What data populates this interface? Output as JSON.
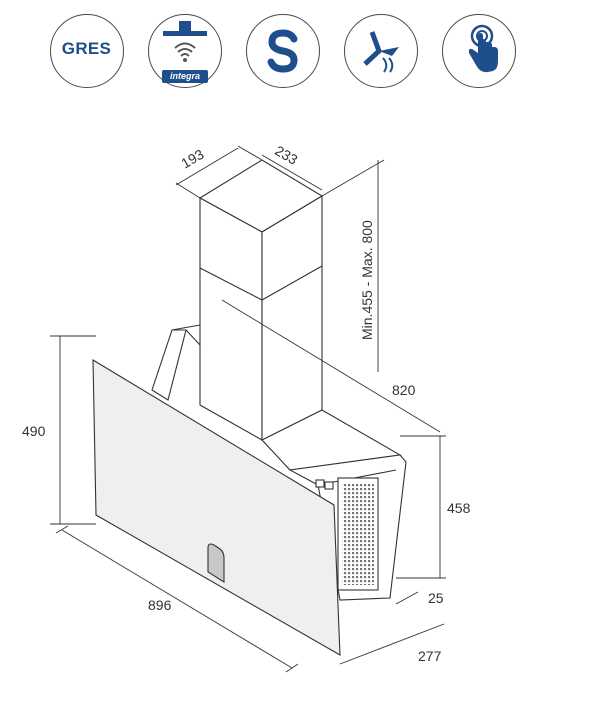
{
  "badges": {
    "gres": {
      "label": "GRES"
    },
    "integra": {
      "label": "integra"
    }
  },
  "dimensions": {
    "chimney_depth": "193",
    "chimney_width": "233",
    "chimney_height": "Min.455 - Max. 800",
    "hood_width": "820",
    "glass_height": "490",
    "body_height": "458",
    "glass_width": "896",
    "glass_offset": "25",
    "depth": "277"
  },
  "colors": {
    "badge_blue": "#1f4e8c",
    "line": "#333333",
    "glass_fill": "#efefef"
  },
  "icons": [
    "gres-filter-icon",
    "integra-wifi-icon",
    "s-motor-icon",
    "airflow-icon",
    "touch-control-icon"
  ]
}
